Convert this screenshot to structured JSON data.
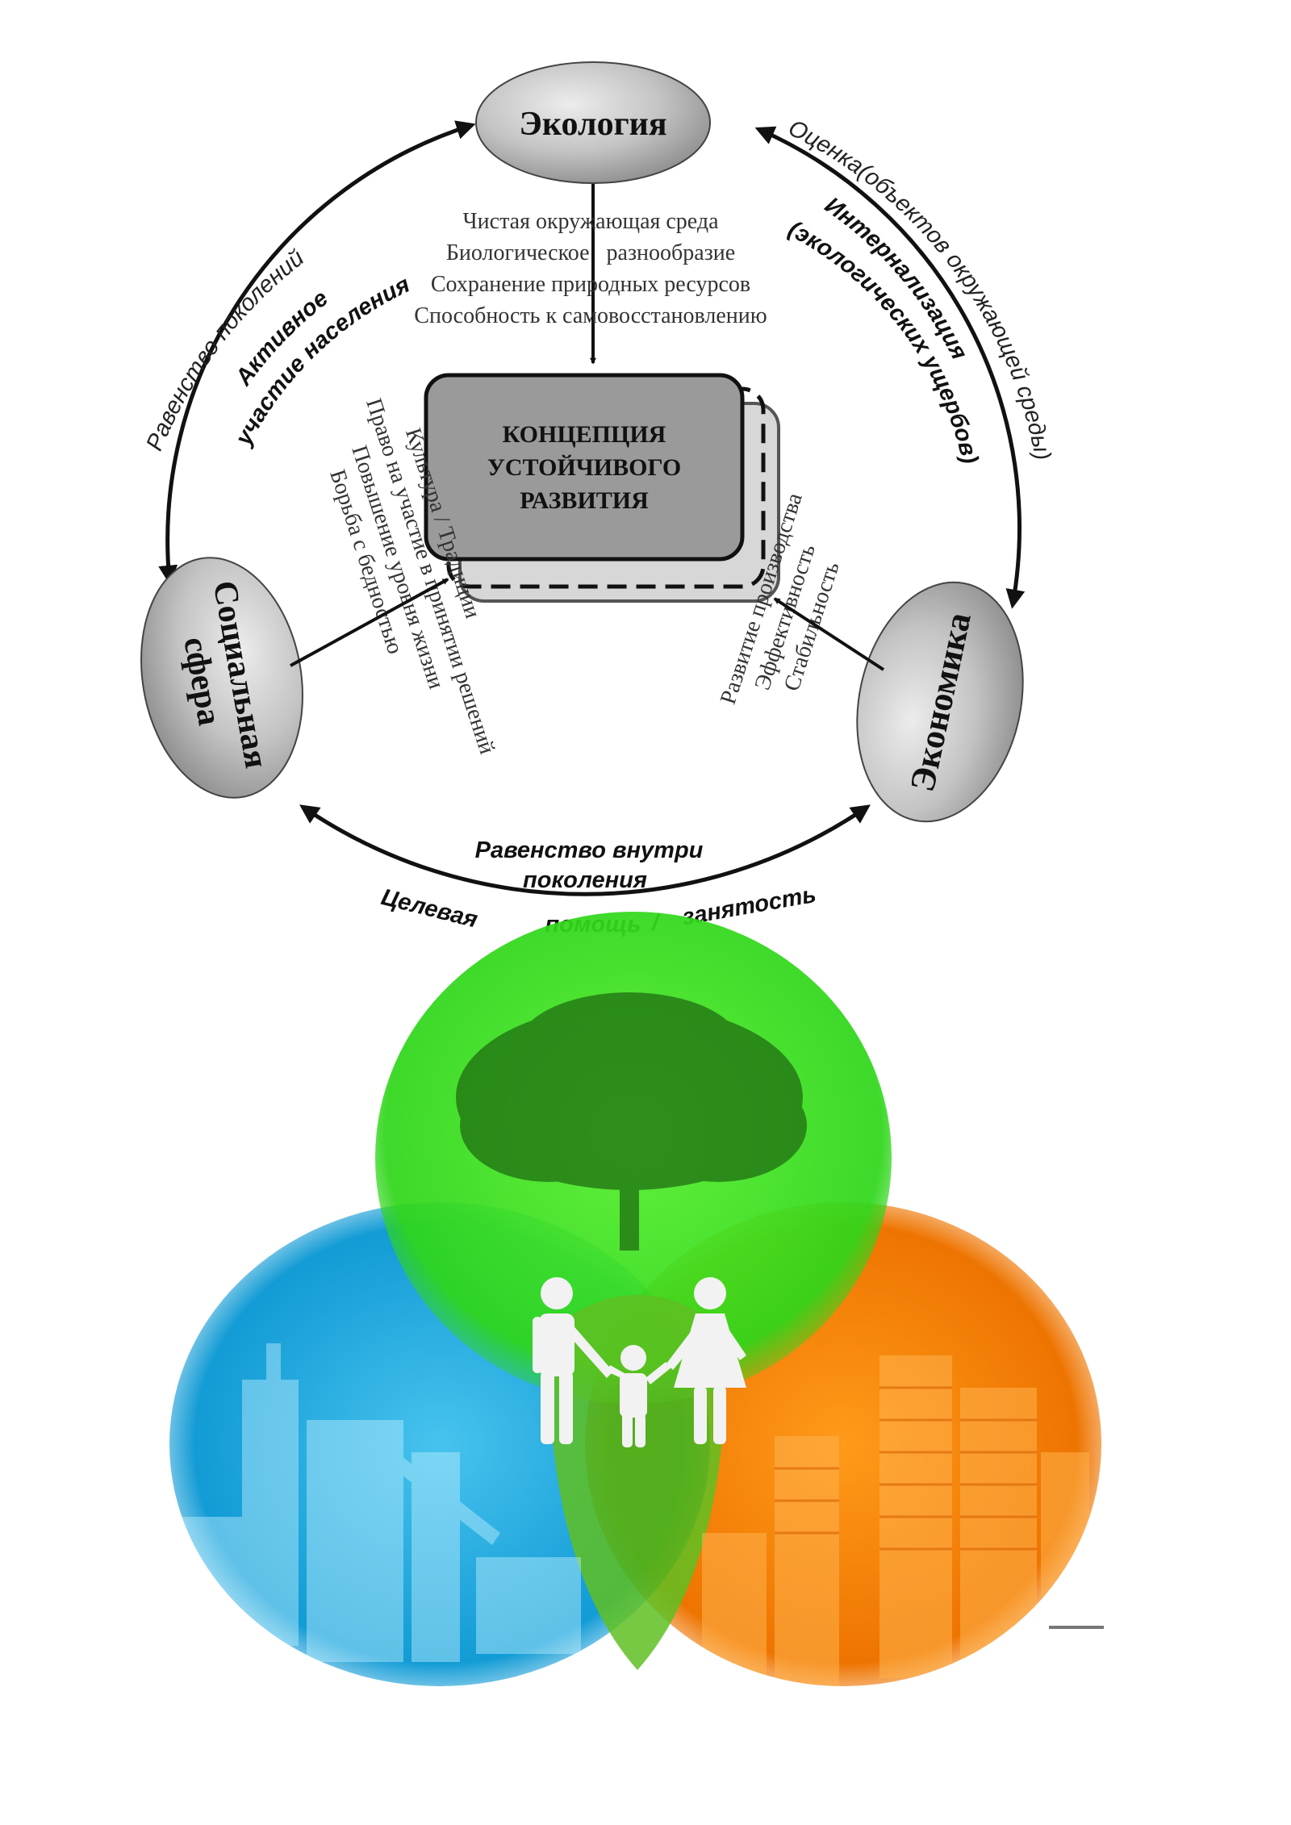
{
  "diagram": {
    "nodes": {
      "ecology": "Экология",
      "social_line1": "Социальная",
      "social_line2": "сфера",
      "economy": "Экономика"
    },
    "center": {
      "line1": "КОНЦЕПЦИЯ",
      "line2": "УСТОЙЧИВОГО",
      "line3": "РАЗВИТИЯ"
    },
    "ecology_items": [
      "Чистая окружающая среда",
      "Биологическое   разнообразие",
      "Сохранение природных ресурсов",
      "Способность к самовосстановлению"
    ],
    "social_items": [
      "Культура / Традиции",
      "Право на участие в принятии решений",
      "Повышение уровня жизни",
      "Борьба с бедностью"
    ],
    "economy_items": [
      "Развитие производства",
      "Эффективность",
      "Стабильность"
    ],
    "left_arc": {
      "outer": "Равенство поколений",
      "inner1": "Активное",
      "inner2": "участие населения"
    },
    "right_arc": {
      "outer": "Оценка(объектов окружающей среды)",
      "inner1": "Интернализация",
      "inner2": "(экологических ущербов)"
    },
    "bottom_arc": {
      "line1": "Равенство внутри",
      "line2": "поколения",
      "word1": "Целевая",
      "word2": "помощь",
      "slash": "/",
      "word3": "занятость"
    }
  },
  "colors": {
    "ellipse_gray": "#bdbdbd",
    "box_gray": "#9a9a9a",
    "ecology_green": "#33e01c",
    "social_blue": "#1aa3d9",
    "economy_orange": "#f07800",
    "figure_white": "#f2f2f2"
  }
}
